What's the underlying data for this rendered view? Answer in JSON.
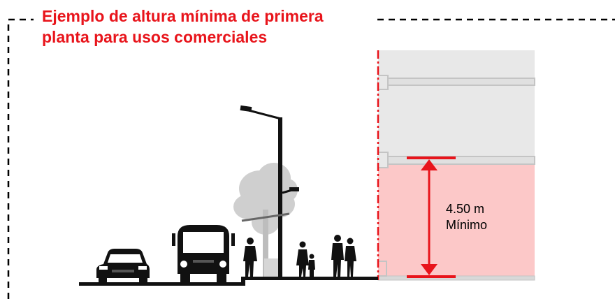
{
  "title_line1": "Ejemplo de altura mínima de primera",
  "title_line2": "planta para usos comerciales",
  "dimension": {
    "value": "4.50 m",
    "note": "Mínimo"
  },
  "colors": {
    "accent_red": "#e8141b",
    "commercial_floor": "#fcc8c8",
    "upper_floors": "#e8e8e8",
    "slab": "#c8c8c8",
    "silhouette": "#111111"
  }
}
